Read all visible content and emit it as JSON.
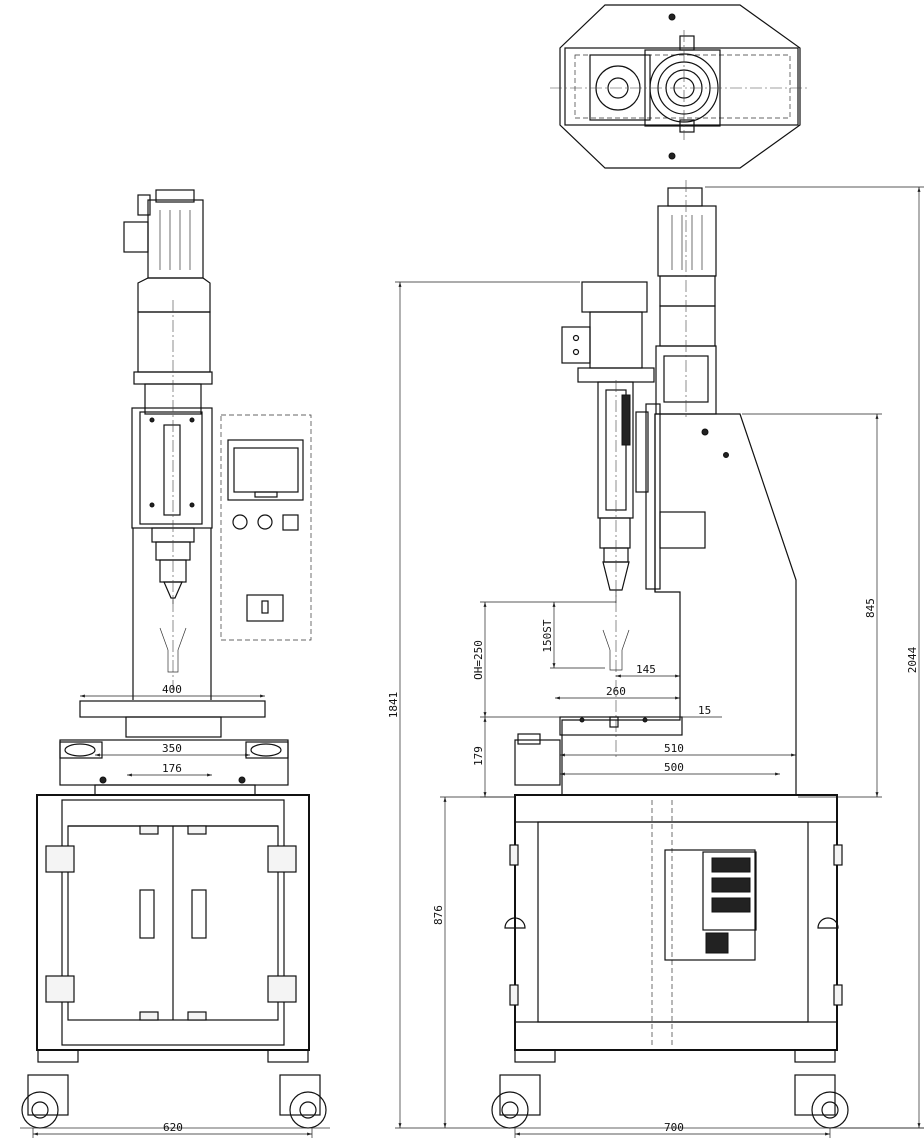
{
  "drawing": {
    "front_view": {
      "dims": {
        "table_width": "400",
        "base_width": "350",
        "slot_width": "176",
        "stand_width": "620"
      }
    },
    "side_view": {
      "dims": {
        "overall_height": "2044",
        "stand_height": "876",
        "machine_height": "1841",
        "column_height": "845",
        "open_height": "OH=250",
        "stroke": "150ST",
        "base_height": "179",
        "throat_depth": "145",
        "table_depth": "260",
        "table_offset": "15",
        "base_depth_510": "510",
        "base_depth_500": "500",
        "stand_depth": "700"
      }
    },
    "colors": {
      "line": "#111111",
      "background": "#ffffff"
    }
  }
}
